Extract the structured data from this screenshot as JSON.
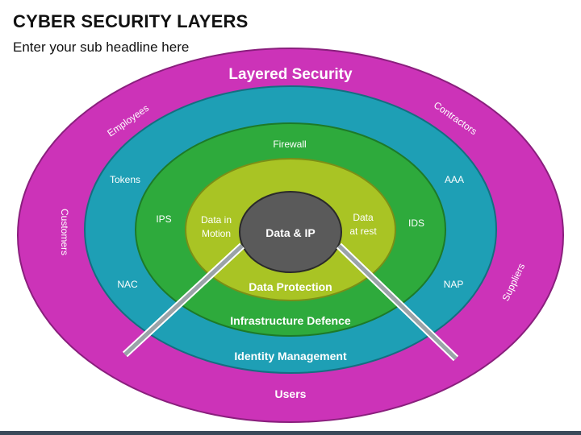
{
  "header": {
    "title": "CYBER SECURITY LAYERS",
    "subtitle": "Enter your sub headline here"
  },
  "layers": {
    "outer": {
      "label": "Layered Security",
      "bottom_label": "Users",
      "items": [
        "Employees",
        "Contractors",
        "Customers",
        "Suppliers"
      ],
      "color": "#cc33b8"
    },
    "identity": {
      "label": "Identity Management",
      "items": [
        "Tokens",
        "AAA",
        "NAC",
        "NAP"
      ],
      "color": "#1e9fb5"
    },
    "infrastructure": {
      "label": "Infrastructure Defence",
      "items": [
        "Firewall",
        "IPS",
        "IDS"
      ],
      "color": "#2eaa3c"
    },
    "data_protection": {
      "label": "Data Protection",
      "items": [
        "Data in",
        "Motion",
        "Data",
        "at rest"
      ],
      "color": "#a9c424"
    },
    "core": {
      "label": "Data & IP",
      "color": "#5a5a5a"
    }
  }
}
